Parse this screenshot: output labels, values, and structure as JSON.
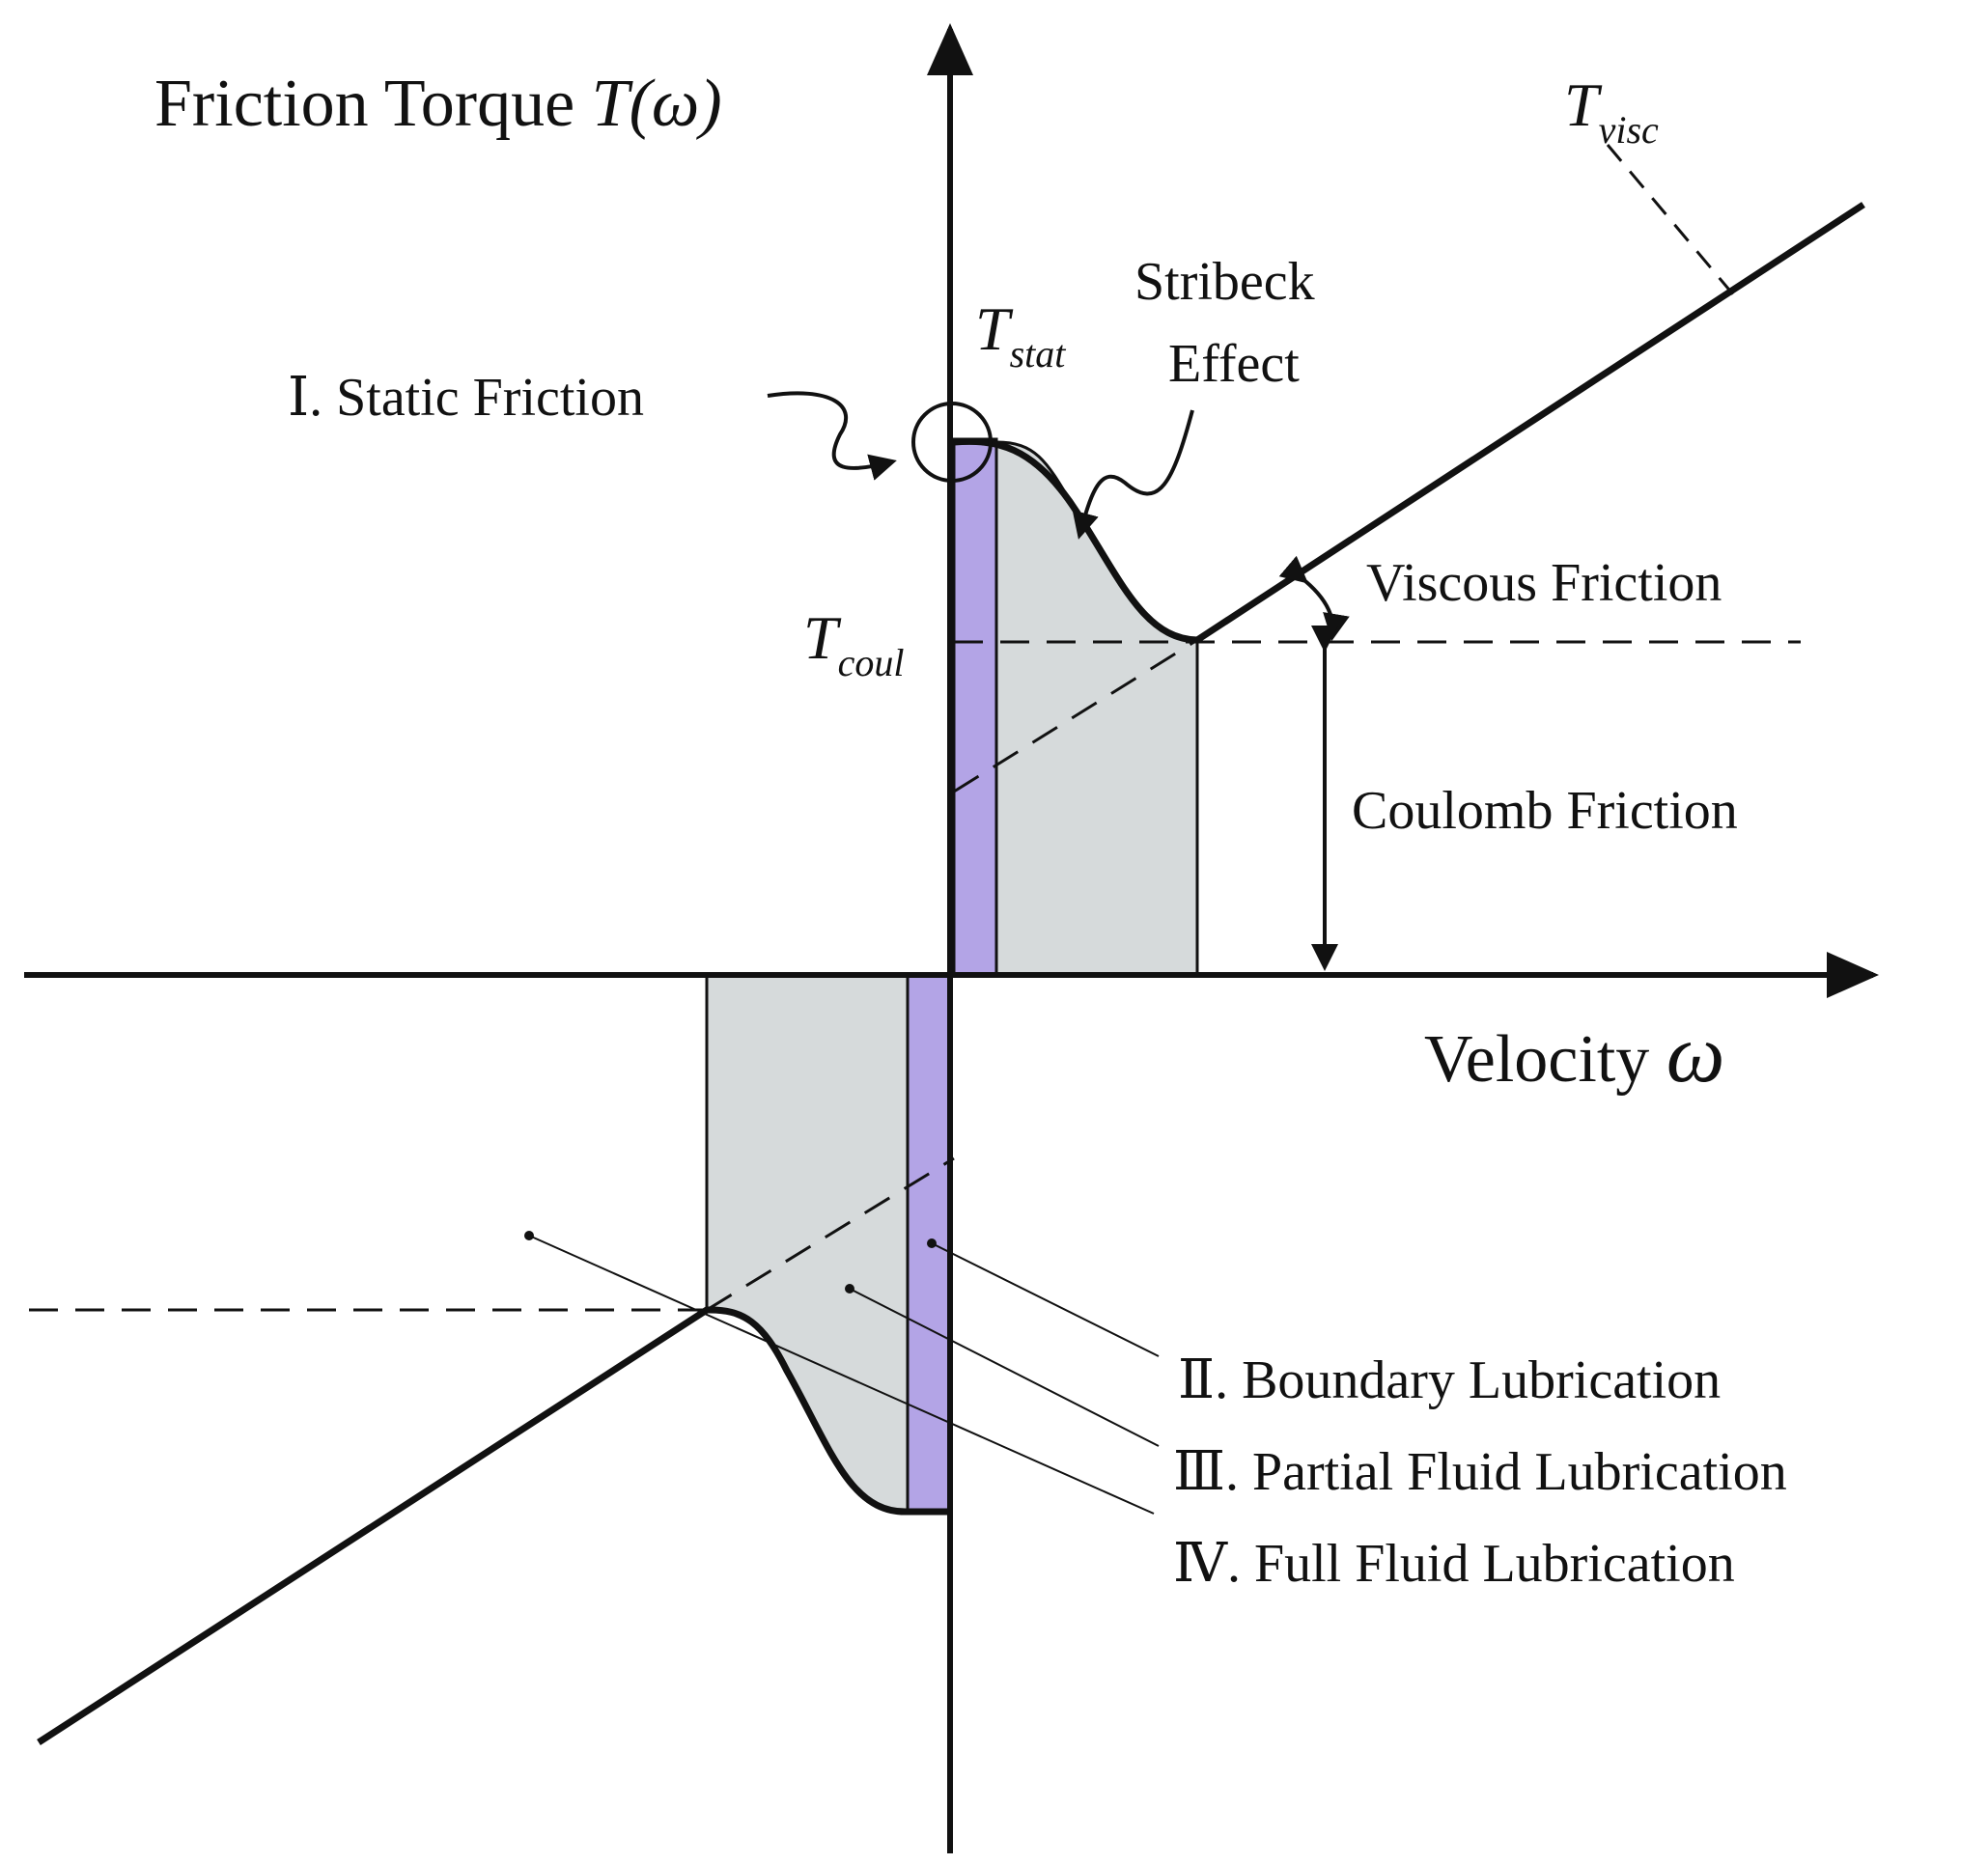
{
  "axes": {
    "y_label": "Friction Torque",
    "y_symbol": "T(ω)",
    "x_label": "Velocity",
    "x_symbol": "ω"
  },
  "symbols": {
    "t_stat": {
      "base": "T",
      "sub": "stat"
    },
    "t_coul": {
      "base": "T",
      "sub": "coul"
    },
    "t_visc": {
      "base": "T",
      "sub": "visc"
    }
  },
  "annotations": {
    "static_friction": "Ⅰ. Static Friction",
    "stribeck_line1": "Stribeck",
    "stribeck_line2": "Effect",
    "viscous_friction": "Viscous Friction",
    "coulomb_friction": "Coulomb Friction"
  },
  "regimes": [
    {
      "label": "Ⅱ. Boundary Lubrication"
    },
    {
      "label": "Ⅲ. Partial Fluid Lubrication"
    },
    {
      "label": "Ⅳ. Full Fluid Lubrication"
    }
  ],
  "colors": {
    "line": "#111111",
    "boundary_fill": "#b3a4e6",
    "fluid_fill": "#d6dadb"
  }
}
